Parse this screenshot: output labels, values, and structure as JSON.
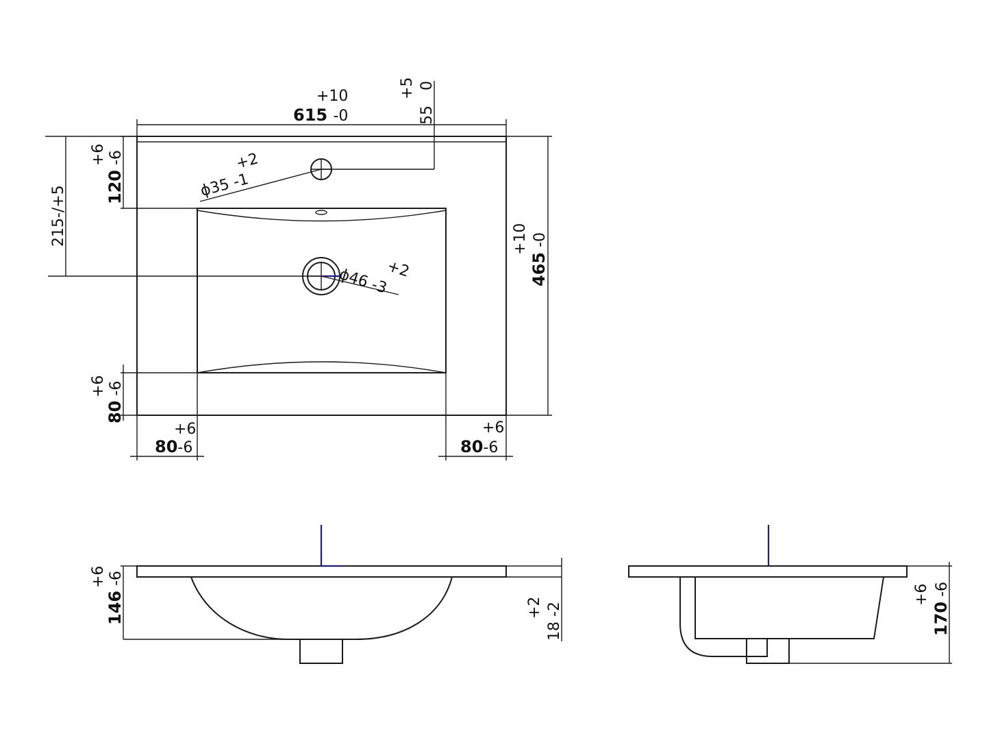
{
  "top_view": {
    "width": {
      "nominal": "615",
      "plus": "+10",
      "minus": "-0"
    },
    "tap_offset": {
      "nominal": "55",
      "plus": "+5",
      "minus": "0"
    },
    "tap_to_basin": {
      "nominal": "120",
      "plus": "+6",
      "minus": "-6"
    },
    "drain_from_top": {
      "text": "215-/+5"
    },
    "tap_hole": {
      "prefix": "ϕ",
      "nominal": "35",
      "plus": "+2",
      "minus": "-1"
    },
    "drain_hole": {
      "prefix": "ϕ",
      "nominal": "46",
      "plus": "+2",
      "minus": "-3"
    },
    "depth": {
      "nominal": "465",
      "plus": "+10",
      "minus": "-0"
    },
    "front_rim": {
      "nominal": "80",
      "plus": "+6",
      "minus": "-6"
    },
    "left_rim": {
      "nominal": "80",
      "plus": "+6",
      "minus": "-6"
    },
    "right_rim": {
      "nominal": "80",
      "plus": "+6",
      "minus": "-6"
    }
  },
  "front_view": {
    "height": {
      "nominal": "146",
      "plus": "+6",
      "minus": "-6"
    },
    "slab": {
      "nominal": "18",
      "plus": "+2",
      "minus": "-2"
    }
  },
  "side_view": {
    "height": {
      "nominal": "170",
      "plus": "+6",
      "minus": "-6"
    }
  },
  "colors": {
    "line": "#1a1a1a",
    "axis": "#1a1aa0"
  }
}
